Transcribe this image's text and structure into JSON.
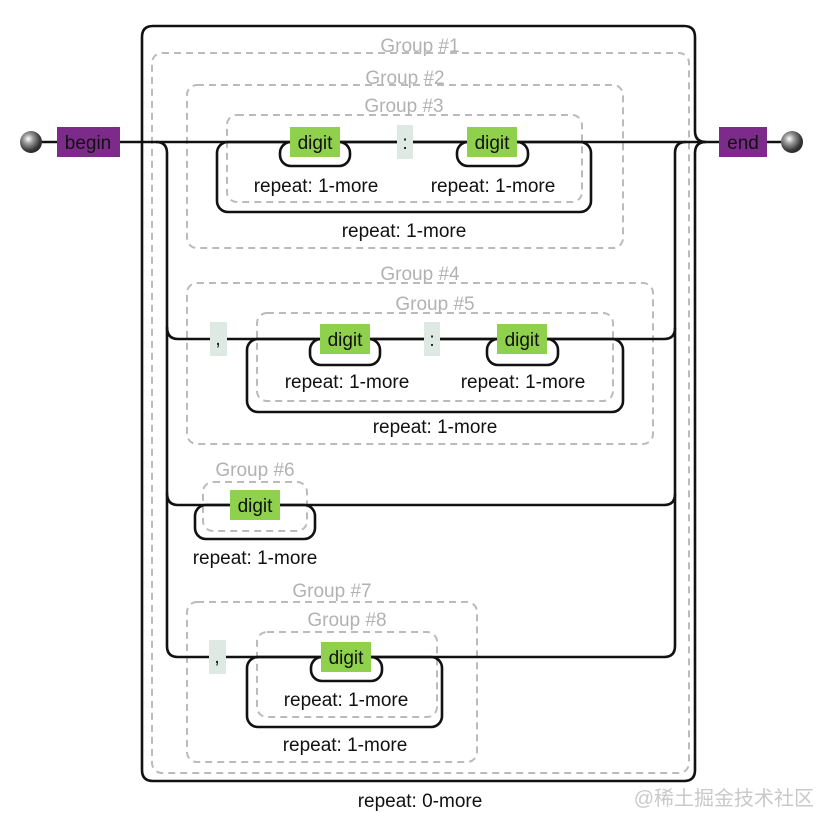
{
  "nodes": {
    "begin": "begin",
    "end": "end"
  },
  "groups": [
    {
      "label": "Group #1"
    },
    {
      "label": "Group #2"
    },
    {
      "label": "Group #3"
    },
    {
      "label": "Group #4"
    },
    {
      "label": "Group #5"
    },
    {
      "label": "Group #6"
    },
    {
      "label": "Group #7"
    },
    {
      "label": "Group #8"
    }
  ],
  "literals": {
    "digit": "digit",
    "colon": ":",
    "comma": ","
  },
  "repeats": {
    "one_more": "repeat: 1-more",
    "zero_more": "repeat: 0-more"
  },
  "watermark": "@稀土掘金技术社区",
  "colors": {
    "node_bg": "#7d2b8a",
    "charset_bg": "#8fd04c",
    "literal_bg": "#dfe9e3",
    "line": "#111111",
    "group_border": "#bbbbbb",
    "group_label": "#b2b2b2",
    "watermark": "#c9c9c9",
    "background": "#ffffff"
  }
}
